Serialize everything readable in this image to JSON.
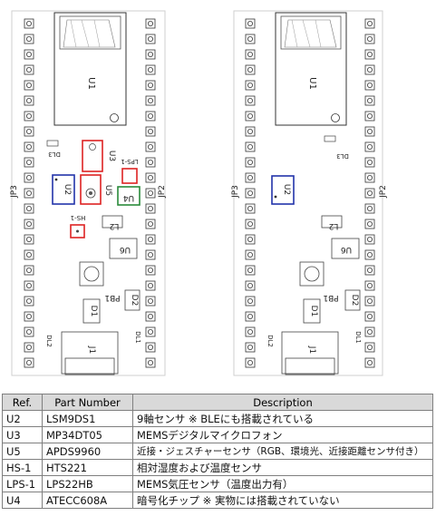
{
  "boards": [
    {
      "labels": {
        "u1": "U1",
        "u2": "U2",
        "u3": "U3",
        "u4": "U4",
        "u5": "U5",
        "u6": "U6",
        "l2": "L2",
        "dl3": "DL3",
        "jp2": "JP2",
        "jp3": "JP3",
        "hs1": "HS-1",
        "lps1": "LPS-1",
        "pb1": "PB1",
        "d1": "D1",
        "d2": "D2",
        "dl1": "DL1",
        "dl2": "DL2",
        "j1": "J1"
      }
    },
    {
      "labels": {
        "u1": "U1",
        "u2": "U2",
        "u6": "U6",
        "l2": "L2",
        "dl3": "DL3",
        "jp2": "JP2",
        "jp3": "JP3",
        "pb1": "PB1",
        "d1": "D1",
        "d2": "D2",
        "dl1": "DL1",
        "dl2": "DL2",
        "j1": "J1"
      }
    }
  ],
  "table": {
    "headers": [
      "Ref.",
      "Part Number",
      "Description"
    ],
    "rows": [
      [
        "U2",
        "LSM9DS1",
        "9軸センサ ※ BLEにも搭載されている"
      ],
      [
        "U3",
        "MP34DT05",
        "MEMSデジタルマイクロフォン"
      ],
      [
        "U5",
        "APDS9960",
        "近接・ジェスチャーセンサ（RGB、環境光、近接距離センサ付き）"
      ],
      [
        "HS-1",
        "HTS221",
        "相対湿度および温度センサ"
      ],
      [
        "LPS-1",
        "LPS22HB",
        "MEMS気圧センサ（温度出力有）"
      ],
      [
        "U4",
        "ATECC608A",
        "暗号化チップ ※ 実物には搭載されていない"
      ]
    ]
  }
}
